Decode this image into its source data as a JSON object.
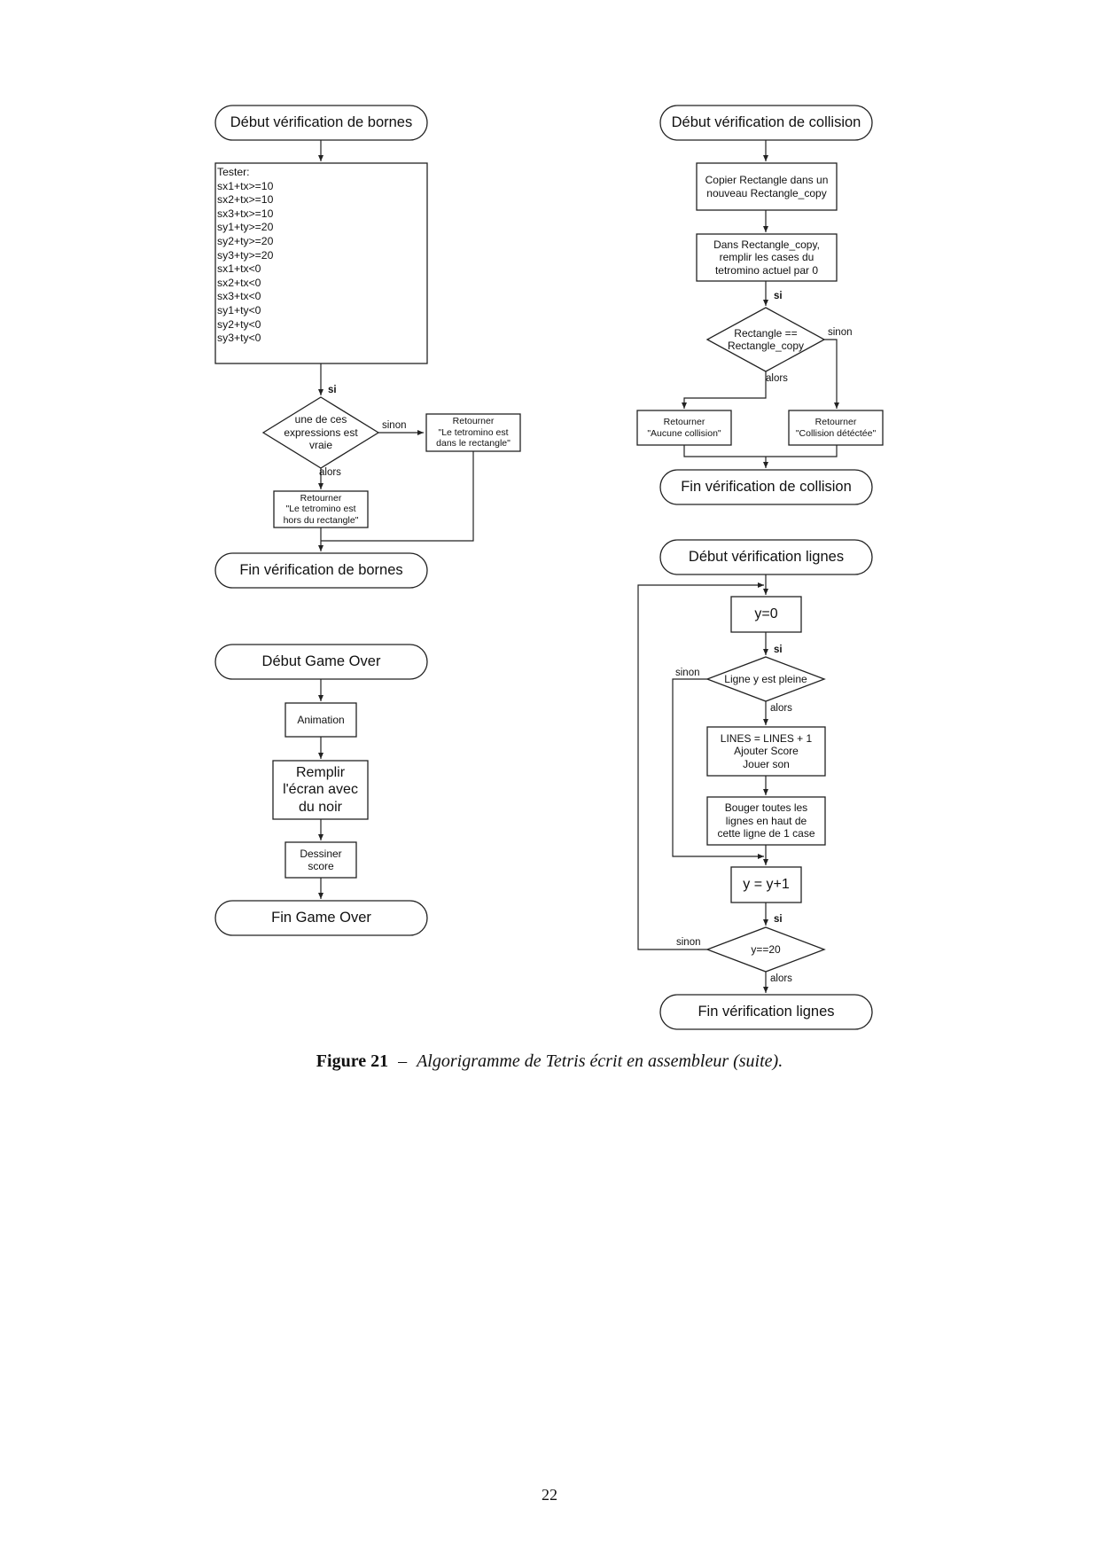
{
  "bornes": {
    "start": "Début vérification de bornes",
    "tester_lines": "Tester:\nsx1+tx>=10\nsx2+tx>=10\nsx3+tx>=10\nsy1+ty>=20\nsy2+ty>=20\nsy3+ty>=20\nsx1+tx<0\nsx2+tx<0\nsx3+tx<0\nsy1+ty<0\nsy2+ty<0\nsy3+ty<0",
    "si": "si",
    "decision": "une de ces\nexpressions est\nvraie",
    "sinon": "sinon",
    "return_inside": "Retourner\n\"Le tetromino est\ndans le rectangle\"",
    "alors": "alors",
    "return_outside": "Retourner\n\"Le tetromino est\nhors du rectangle\"",
    "end": "Fin vérification de bornes"
  },
  "gameover": {
    "start": "Début Game Over",
    "animation": "Animation",
    "fill": "Remplir\nl'écran avec\ndu noir",
    "score": "Dessiner\nscore",
    "end": "Fin Game Over"
  },
  "collision": {
    "start": "Début vérification de collision",
    "copy": "Copier Rectangle dans un\nnouveau Rectangle_copy",
    "fill": "Dans Rectangle_copy,\nremplir les cases du\ntetromino actuel par 0",
    "si": "si",
    "decision": "Rectangle ==\nRectangle_copy",
    "sinon": "sinon",
    "alors": "alors",
    "return_none": "Retourner\n\"Aucune collision\"",
    "return_detected": "Retourner\n\"Collision détéctée\"",
    "end": "Fin vérification de collision"
  },
  "lignes": {
    "start": "Début vérification lignes",
    "init": "y=0",
    "si1": "si",
    "decision1": "Ligne y est pleine",
    "sinon1": "sinon",
    "alors1": "alors",
    "lines_box": "LINES = LINES + 1\nAjouter Score\nJouer son",
    "move_box": "Bouger toutes les\nlignes en haut de\ncette ligne de 1 case",
    "increment": "y = y+1",
    "si2": "si",
    "decision2": "y==20",
    "sinon2": "sinon",
    "alors2": "alors",
    "end": "Fin vérification lignes"
  },
  "caption": {
    "label": "Figure 21",
    "dash": "–",
    "text": "Algorigramme de Tetris écrit en assembleur (suite)."
  },
  "page_number": "22"
}
